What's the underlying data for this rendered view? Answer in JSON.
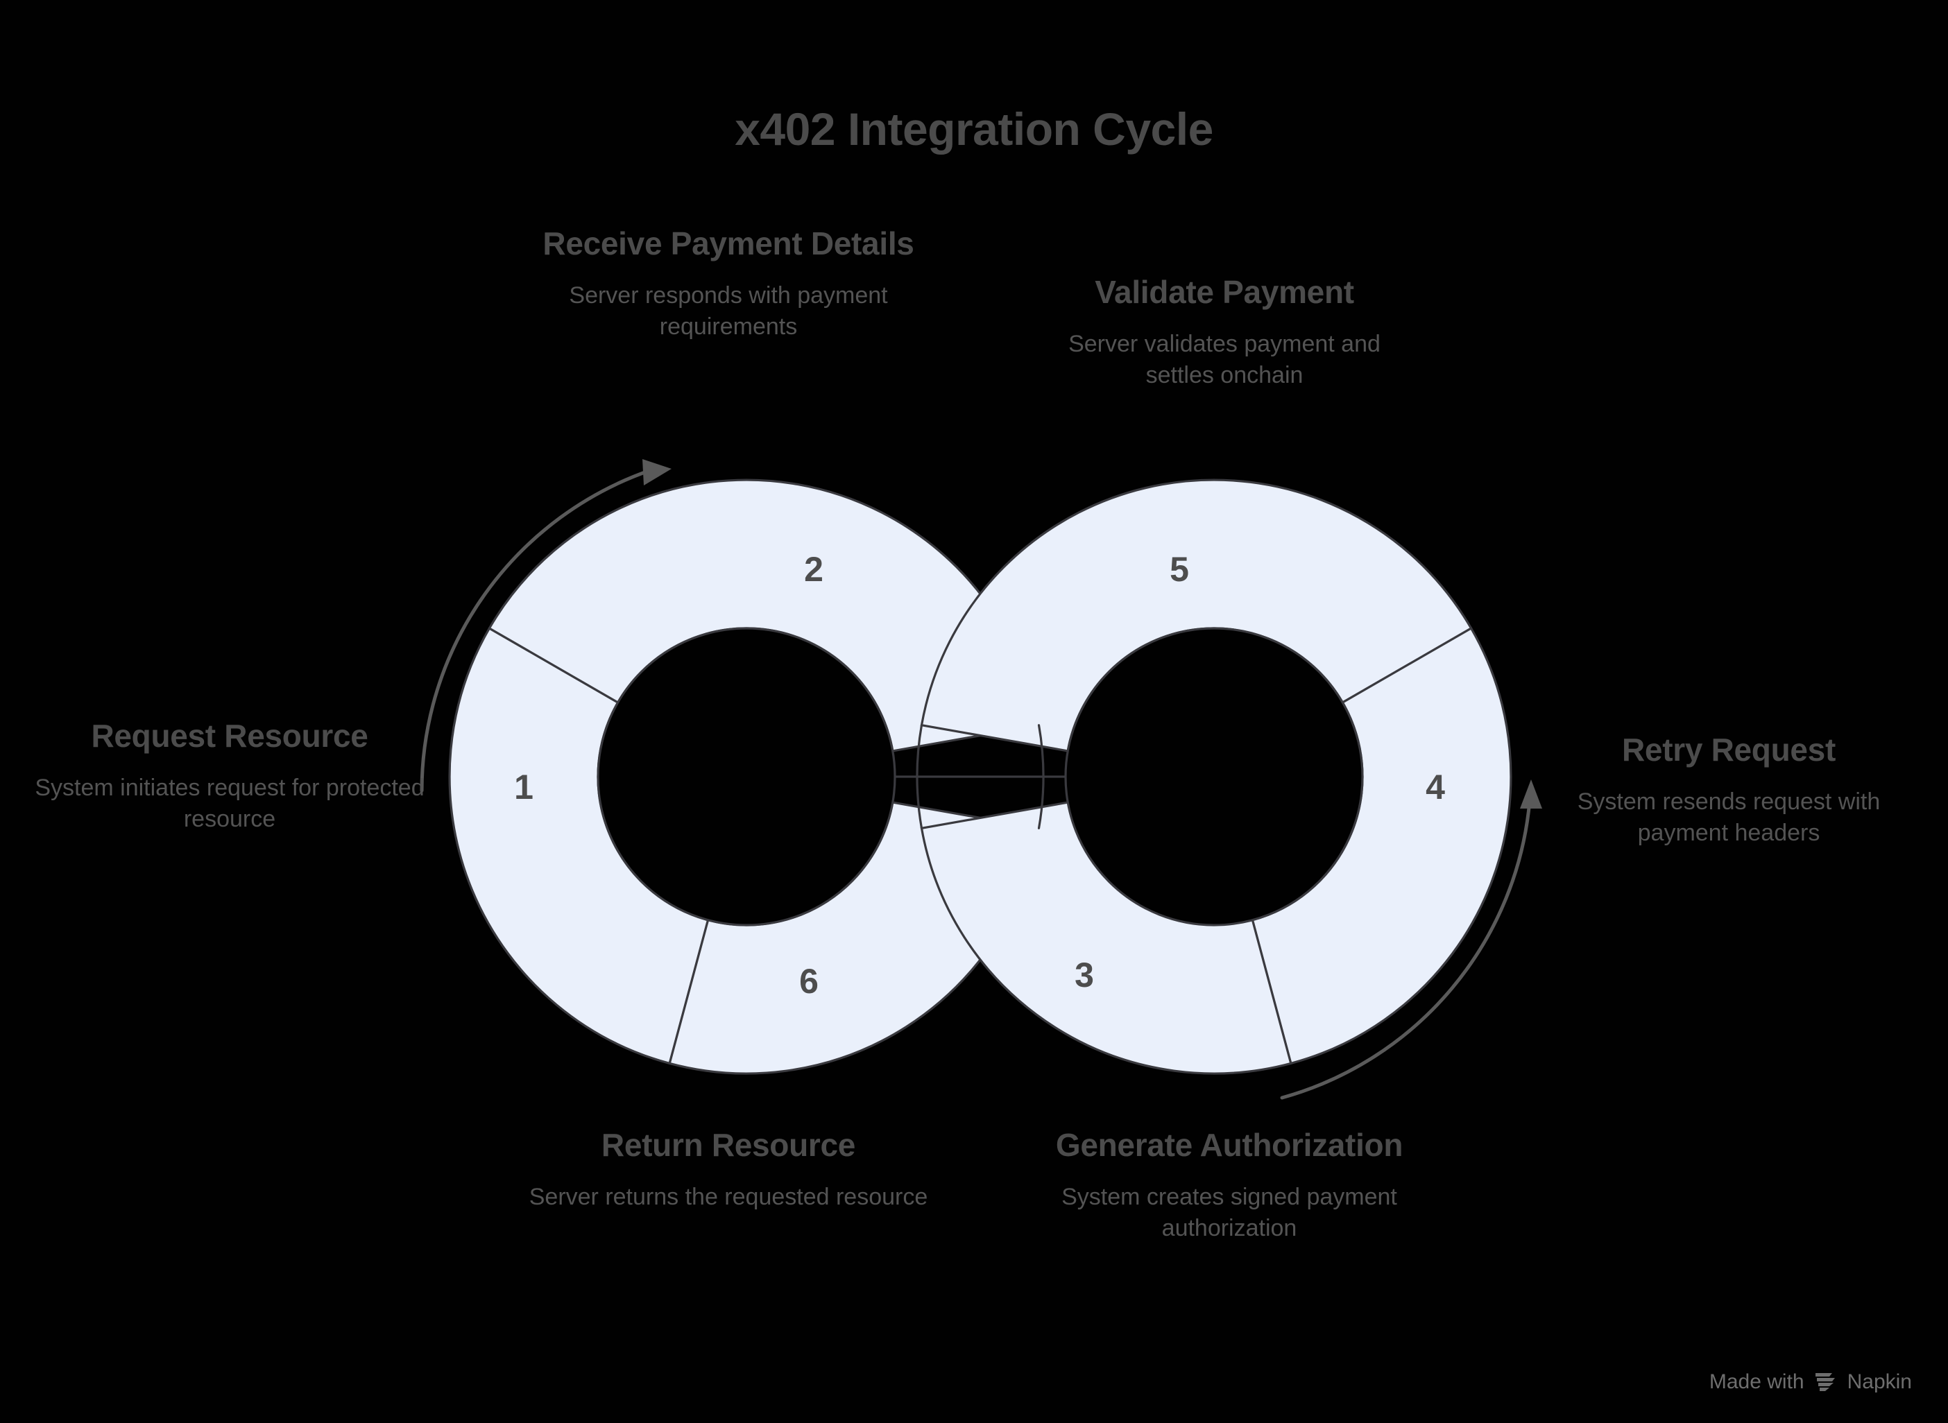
{
  "page": {
    "title": "x402 Integration Cycle",
    "background_color": "#010101",
    "text_color": "#4d4d4d",
    "segment_fill": "#eaf0fb",
    "segment_stroke": "#3a3a3f"
  },
  "nodes": [
    {
      "number": "1",
      "title": "Request Resource",
      "description": "System initiates request for protected resource"
    },
    {
      "number": "2",
      "title": "Receive Payment Details",
      "description": "Server responds with payment requirements"
    },
    {
      "number": "3",
      "title": "Generate Authorization",
      "description": "System creates signed payment authorization"
    },
    {
      "number": "4",
      "title": "Retry Request",
      "description": "System resends request with payment headers"
    },
    {
      "number": "5",
      "title": "Validate Payment",
      "description": "Server validates payment and settles onchain"
    },
    {
      "number": "6",
      "title": "Return Resource",
      "description": "Server returns the requested resource"
    }
  ],
  "segment_labels": {
    "one": "1",
    "two": "2",
    "three": "3",
    "four": "4",
    "five": "5",
    "six": "6"
  },
  "credit": {
    "prefix": "Made with",
    "brand": "Napkin",
    "logo_name": "napkin-logo-icon"
  },
  "chart_data": {
    "type": "diagram",
    "shape": "double-donut-infinity",
    "title": "x402 Integration Cycle",
    "left_ring": {
      "center": [
        1076,
        1120
      ],
      "outer_radius": 428,
      "inner_radius": 214,
      "segments": [
        "1",
        "2",
        "6"
      ]
    },
    "right_ring": {
      "center": [
        1750,
        1120
      ],
      "outer_radius": 428,
      "inner_radius": 214,
      "segments": [
        "3",
        "4",
        "5"
      ]
    },
    "flow_order": [
      "1",
      "2",
      "3",
      "4",
      "5",
      "6"
    ]
  }
}
